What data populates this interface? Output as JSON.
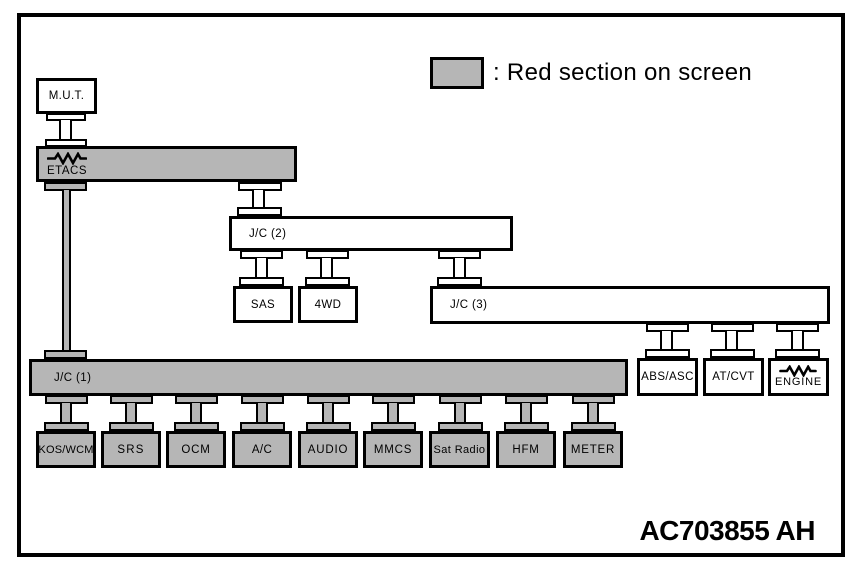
{
  "legend": {
    "label": ": Red section on screen"
  },
  "figure_code": "AC703855 AH",
  "colors": {
    "highlight": "#b6b6b6",
    "line": "#000000",
    "box_fill": "#ffffff"
  },
  "icons": {
    "resistor": "zigzag-resistor-symbol"
  },
  "nodes": {
    "mut": "M.U.T.",
    "etacs": "ETACS",
    "jc2": "J/C (2)",
    "sas": "SAS",
    "awd": "4WD",
    "jc3": "J/C (3)",
    "abs": "ABS/ASC",
    "atcvt": "AT/CVT",
    "engine": "ENGINE",
    "jc1": "J/C (1)",
    "kos": "KOS/WCM",
    "srs": "SRS",
    "ocm": "OCM",
    "ac": "A/C",
    "audio": "AUDIO",
    "mmcs": "MMCS",
    "sat": "Sat Radio",
    "hfm": "HFM",
    "meter": "METER"
  }
}
